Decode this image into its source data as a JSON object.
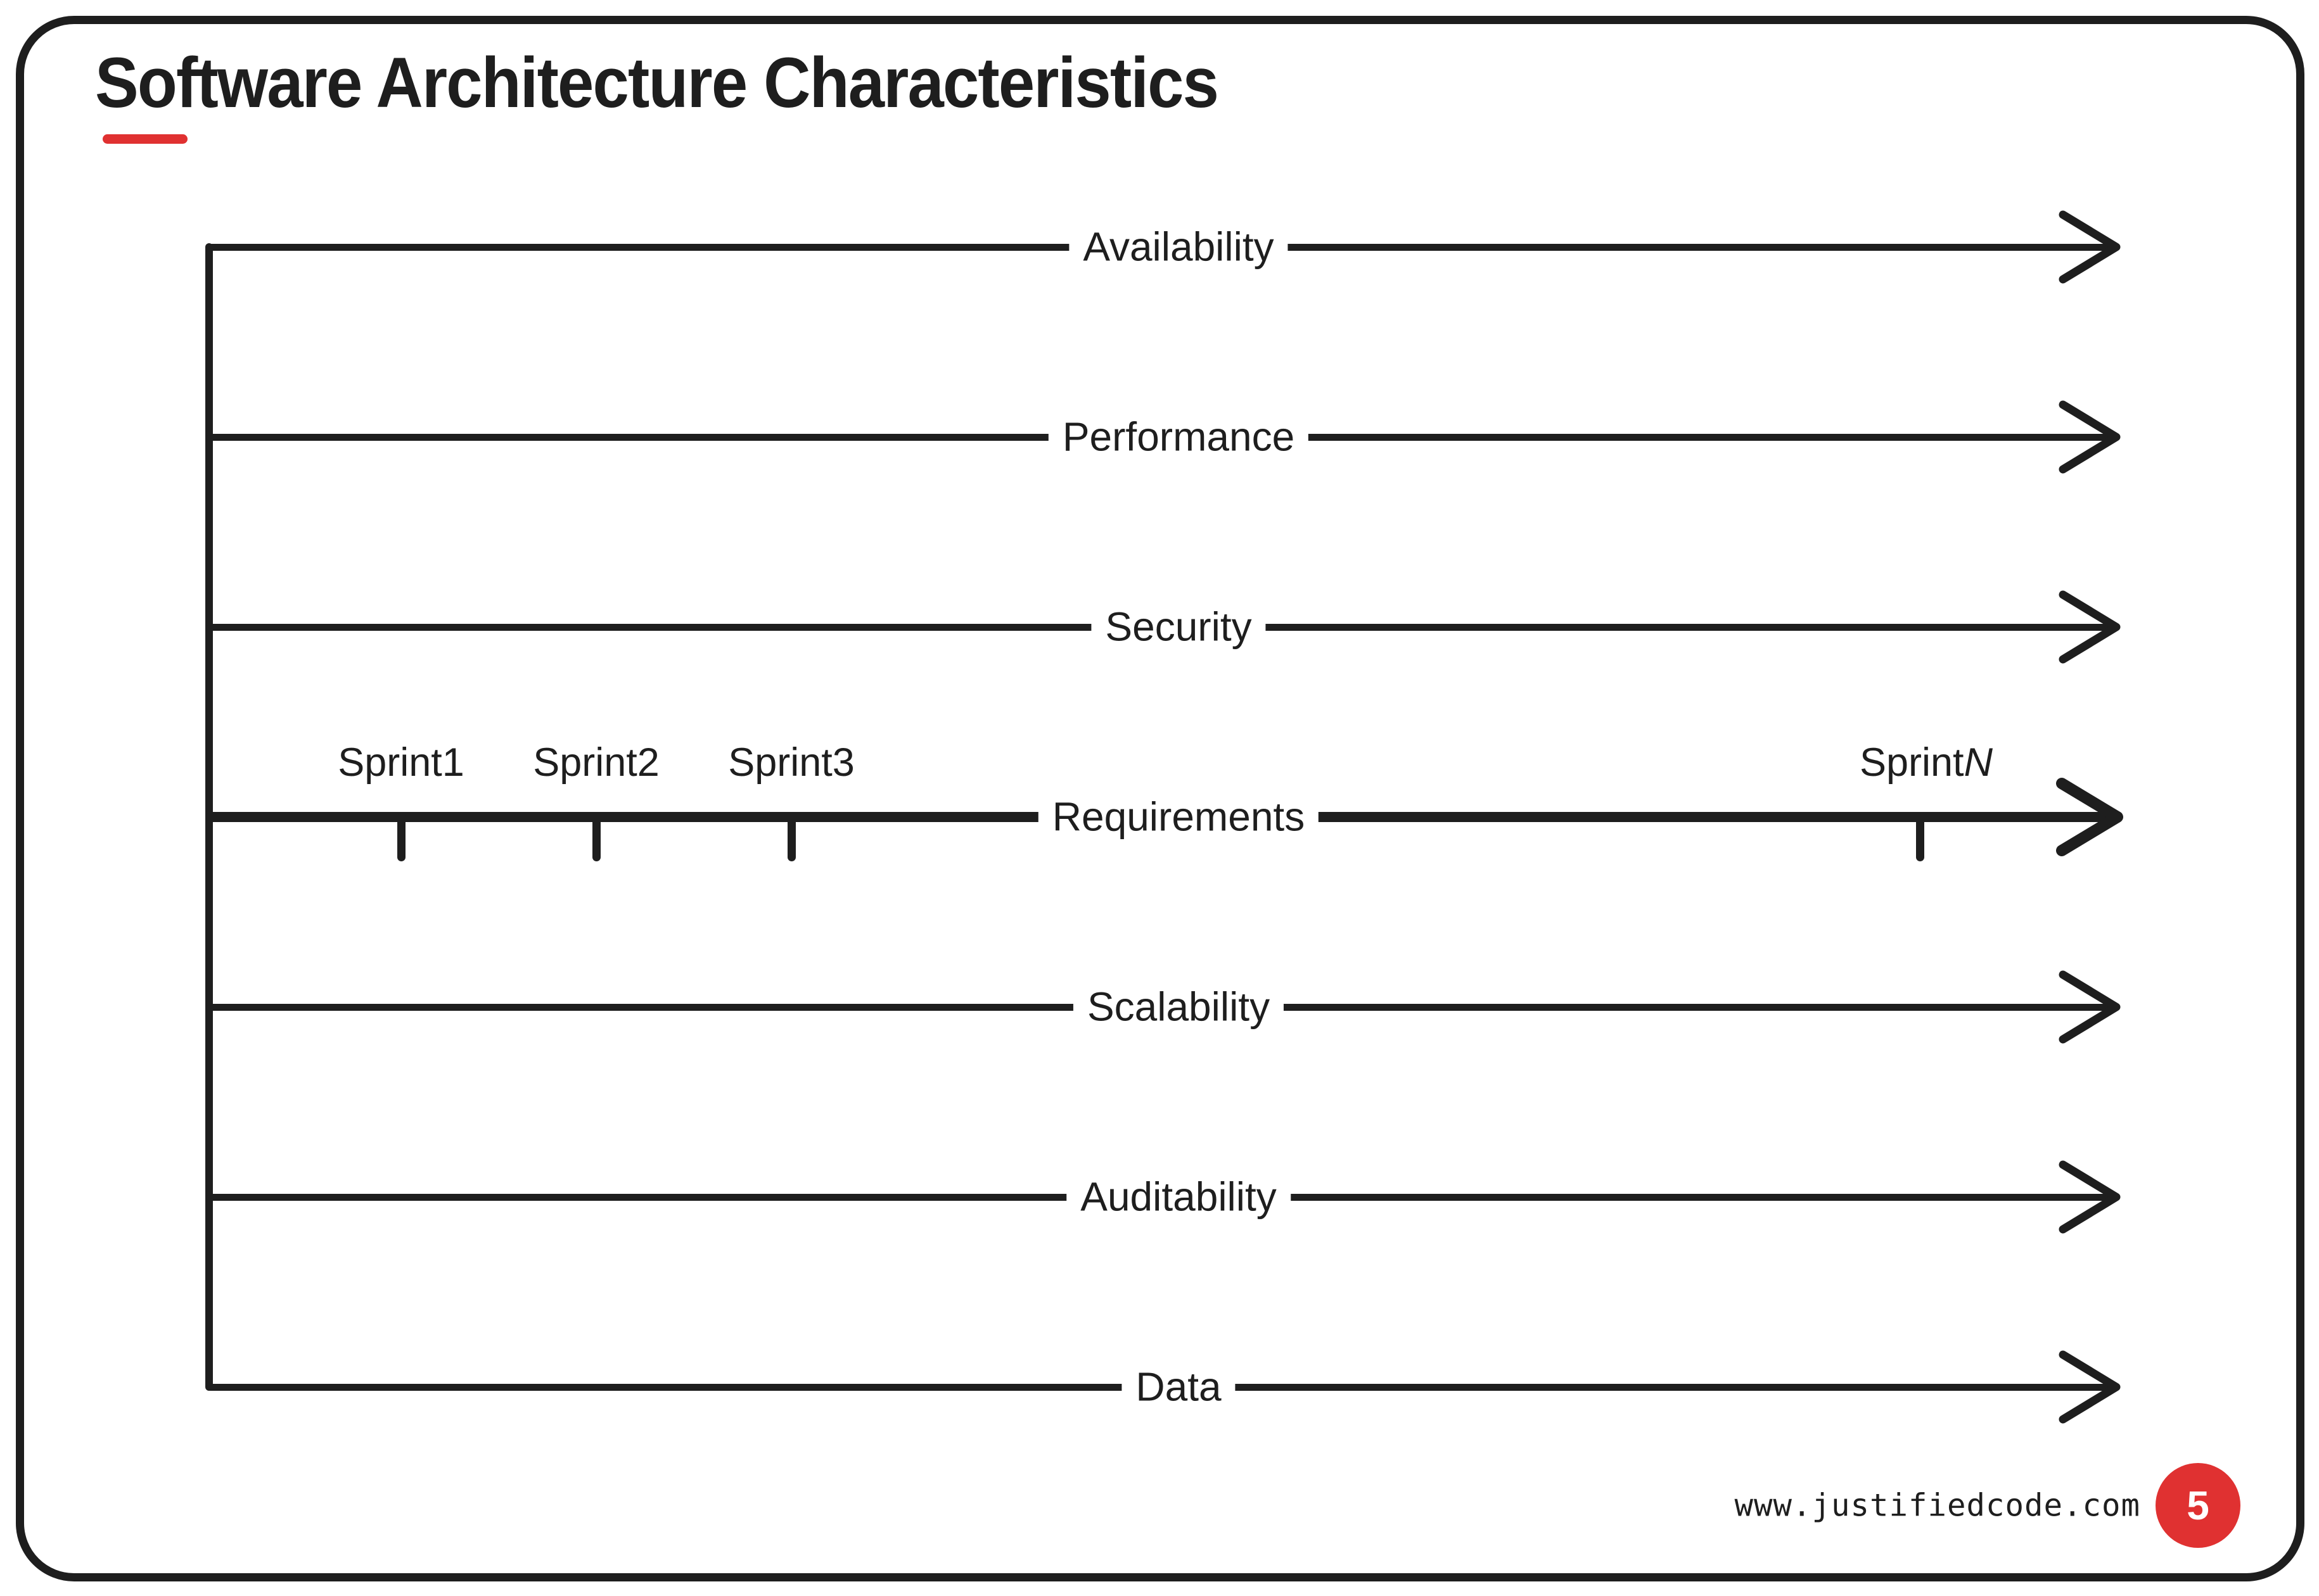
{
  "title": {
    "text": "Software Architecture Characteristics"
  },
  "colors": {
    "ink": "#1e1e1e",
    "accent": "#e03131",
    "background": "#ffffff"
  },
  "rows": [
    {
      "label": "Availability",
      "emphasis": false
    },
    {
      "label": "Performance",
      "emphasis": false
    },
    {
      "label": "Security",
      "emphasis": false
    },
    {
      "label": "Requirements",
      "emphasis": true
    },
    {
      "label": "Scalability",
      "emphasis": false
    },
    {
      "label": "Auditability",
      "emphasis": false
    },
    {
      "label": "Data",
      "emphasis": false
    }
  ],
  "sprint_markers": [
    {
      "label": "Sprint1",
      "italic_suffix": ""
    },
    {
      "label": "Sprint2",
      "italic_suffix": ""
    },
    {
      "label": "Sprint3",
      "italic_suffix": ""
    },
    {
      "label": "Sprint",
      "italic_suffix": "N"
    }
  ],
  "footer": {
    "website": "www.justifiedcode.com",
    "page_number": "5"
  }
}
